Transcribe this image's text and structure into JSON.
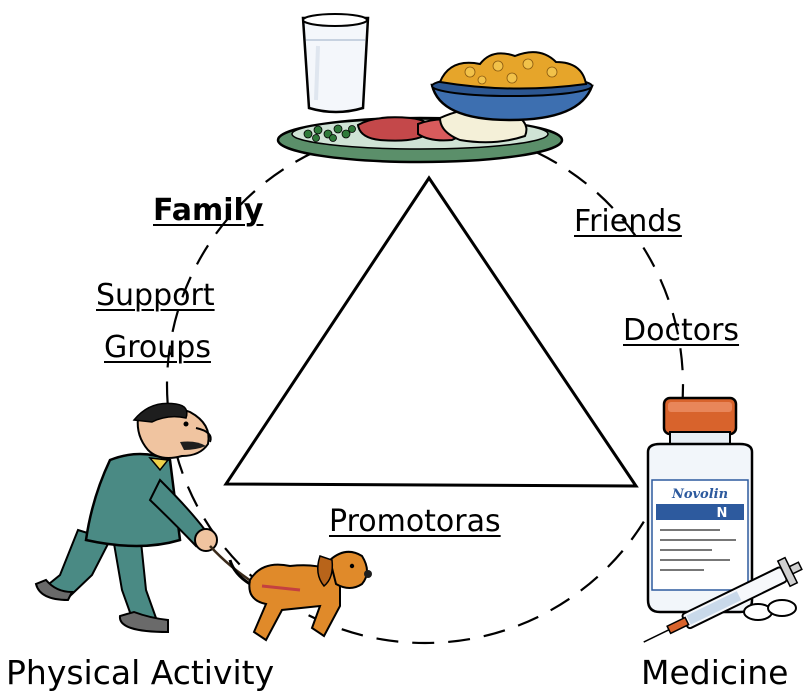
{
  "labels": {
    "family": "Family",
    "friends": "Friends",
    "support_groups_line1": "Support",
    "support_groups_line2": "Groups",
    "doctors": "Doctors",
    "promotoras": "Promotoras",
    "physical_activity": "Physical Activity",
    "medicine": "Medicine"
  },
  "illustrations": {
    "top": "healthy-meal-illustration",
    "bottom_left": "man-walking-dog-illustration",
    "bottom_right": "medicine-bottle-syringe-illustration"
  },
  "medicine_label": {
    "brand": "Novolin",
    "letter": "N"
  },
  "colors": {
    "line": "#000000",
    "glass": "#f4f7fb",
    "plate": "#5b8f6a",
    "bowl": "#3d6fb0",
    "food_yellow": "#e6a52a",
    "meat": "#c4484a",
    "suit": "#4a8a84",
    "dog": "#e08a2a",
    "cap": "#d8632c",
    "label_blue": "#2d5a9e"
  }
}
